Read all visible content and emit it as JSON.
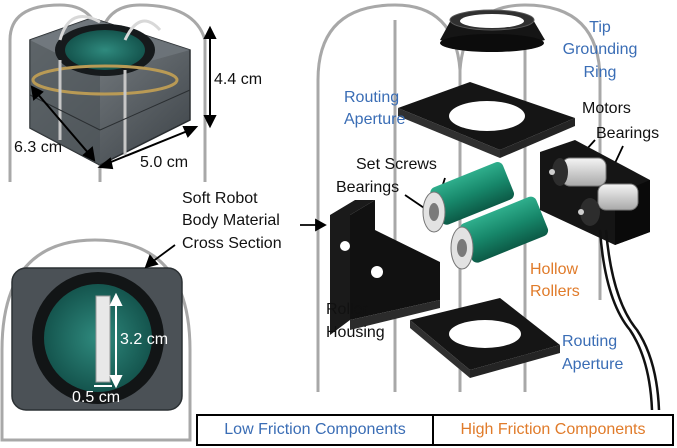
{
  "dimensions": {
    "width": "6.3 cm",
    "depth": "5.0 cm",
    "height": "4.4 cm",
    "slot_height": "3.2 cm",
    "slot_width": "0.5 cm"
  },
  "labels": {
    "body_material": [
      "Soft Robot",
      "Body Material",
      "Cross Section"
    ],
    "tip_ring": [
      "Tip",
      "Grounding",
      "Ring"
    ],
    "routing_aperture_top": [
      "Routing",
      "Aperture"
    ],
    "routing_aperture_bottom": [
      "Routing",
      "Aperture"
    ],
    "motors": "Motors",
    "bearings_right": "Bearings",
    "set_screws": "Set Screws",
    "bearings_left": "Bearings",
    "hollow_rollers": [
      "Hollow",
      "Rollers"
    ],
    "roller_housing": [
      "Roller",
      "Housing"
    ]
  },
  "legend": {
    "low": "Low Friction Components",
    "high": "High Friction Components"
  },
  "colors": {
    "low_friction": "#3a6db5",
    "high_friction": "#e07b2a",
    "plastic": "#151515",
    "roller_green": "#1f8f72",
    "frame_gray": "#9e9e9e"
  }
}
